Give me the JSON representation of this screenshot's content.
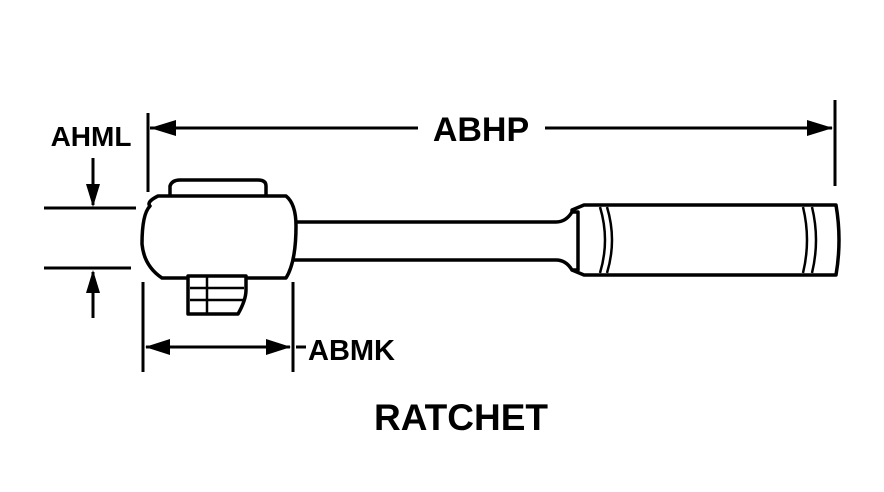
{
  "dimensions": {
    "overall_length": "ABHP",
    "head_thickness": "AHML",
    "head_width": "ABMK"
  },
  "title": "RATCHET"
}
